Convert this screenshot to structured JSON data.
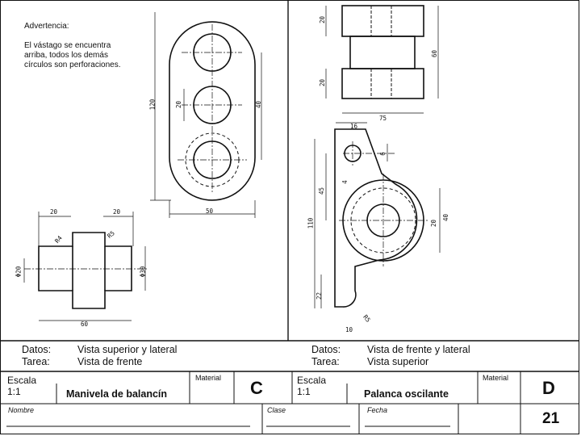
{
  "warning": {
    "title": "Advertencia:",
    "text": "El vástago se encuentra\narriba, todos los demás\ncírculos son perforaciones."
  },
  "left": {
    "datos_label": "Datos:",
    "datos_value": "Vista superior y lateral",
    "tarea_label": "Tarea:",
    "tarea_value": "Vista de frente",
    "escala_label": "Escala",
    "escala_value": "1:1",
    "title": "Manivela de balancín",
    "material_label": "Material",
    "letter": "C",
    "dims": {
      "d120": "120",
      "d20a": "20",
      "d40": "40",
      "d50": "50",
      "w20a": "20",
      "w20b": "20",
      "r4": "R4",
      "r5": "R5",
      "phi20": "Φ20",
      "phi30": "Φ30",
      "d60": "60"
    }
  },
  "right": {
    "datos_label": "Datos:",
    "datos_value": "Vista de frente y lateral",
    "tarea_label": "Tarea:",
    "tarea_value": "Vista superior",
    "escala_label": "Escala",
    "escala_value": "1:1",
    "title": "Palanca oscilante",
    "material_label": "Material",
    "letter": "D",
    "dims": {
      "h20a": "20",
      "h20b": "20",
      "h60": "60",
      "w75": "75",
      "d16": "16",
      "d6": "6",
      "d4": "4",
      "d45": "45",
      "d110": "110",
      "d20c": "20",
      "d40b": "40",
      "d22": "22",
      "d10": "10",
      "r5b": "R5"
    }
  },
  "footer": {
    "nombre": "Nombre",
    "clase": "Clase",
    "fecha": "Fecha",
    "sheet_number": "21"
  }
}
